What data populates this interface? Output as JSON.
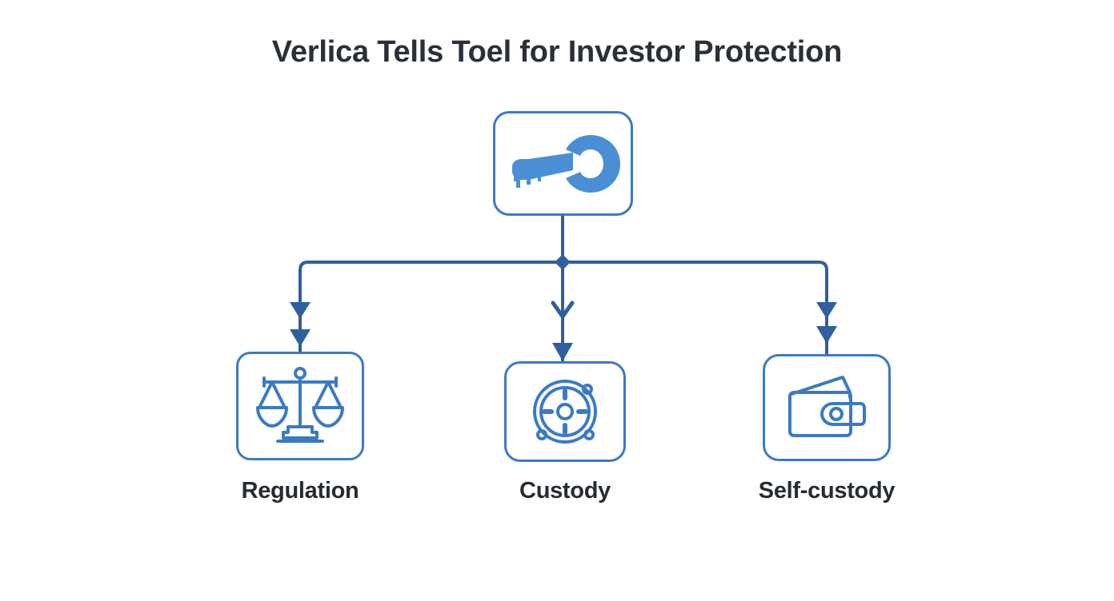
{
  "page": {
    "background_color": "#ffffff",
    "title": "Verlica Tells Toel for Investor Protection",
    "title_color": "#2a3039"
  },
  "theme": {
    "node_border_color": "#3b7ac4",
    "node_fill_color": "#ffffff",
    "connector_color": "#2f5f9e",
    "icon_color": "#3b7ac4",
    "icon_accent_color": "#4a8fd4",
    "label_color": "#262b33"
  },
  "diagram": {
    "type": "hierarchy-tree",
    "root": {
      "icon": "key-icon",
      "label": ""
    },
    "junction": {
      "marker": "diamond-junction-marker",
      "color": "#2f5f9e"
    },
    "branches": [
      {
        "id": "regulation",
        "label": "Regulation",
        "icon": "balance-scale-icon",
        "arrowheads": 2
      },
      {
        "id": "custody",
        "label": "Custody",
        "icon": "vault-dial-icon",
        "arrowheads": 2
      },
      {
        "id": "self-custody",
        "label": "Self-custody",
        "icon": "wallet-icon",
        "arrowheads": 2
      }
    ]
  }
}
